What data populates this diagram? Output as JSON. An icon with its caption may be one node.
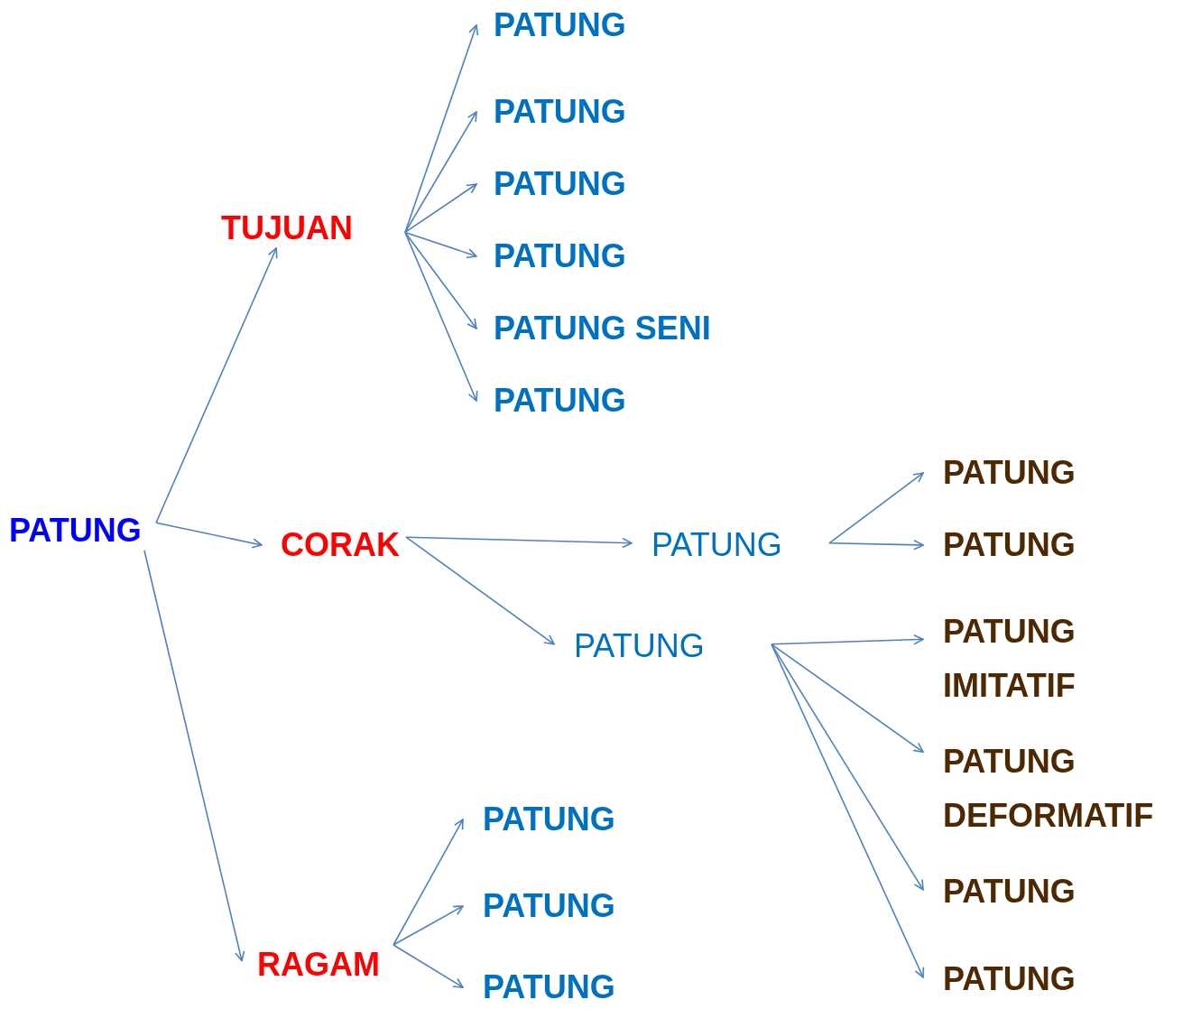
{
  "diagram": {
    "nodes": [
      {
        "text": [
          "PATUNG"
        ]
      },
      {
        "text": [
          "TUJUAN"
        ]
      },
      {
        "text": [
          "CORAK"
        ]
      },
      {
        "text": [
          "RAGAM"
        ]
      },
      {
        "text": [
          "PATUNG"
        ]
      },
      {
        "text": [
          "PATUNG"
        ]
      },
      {
        "text": [
          "PATUNG"
        ]
      },
      {
        "text": [
          "PATUNG"
        ]
      },
      {
        "text": [
          "PATUNG SENI"
        ]
      },
      {
        "text": [
          "PATUNG"
        ]
      },
      {
        "text": [
          "PATUNG"
        ]
      },
      {
        "text": [
          "PATUNG"
        ]
      },
      {
        "text": [
          "PATUNG"
        ]
      },
      {
        "text": [
          "PATUNG"
        ]
      },
      {
        "text": [
          "PATUNG IMITATIF"
        ]
      },
      {
        "text": [
          "PATUNG DEFORMATIF"
        ]
      },
      {
        "text": [
          "PATUNG"
        ]
      },
      {
        "text": [
          "PATUNG"
        ]
      },
      {
        "text": [
          "PATUNG"
        ]
      },
      {
        "text": [
          "PATUNG"
        ]
      },
      {
        "text": [
          "PATUNG"
        ]
      }
    ],
    "edges": [
      {
        "from": 0,
        "to": 1,
        "arrow": "to"
      },
      {
        "from": 0,
        "to": 2,
        "arrow": "to"
      },
      {
        "from": 0,
        "to": 3,
        "arrow": "to"
      },
      {
        "from": 1,
        "to": 4,
        "arrow": "to"
      },
      {
        "from": 1,
        "to": 5,
        "arrow": "to"
      },
      {
        "from": 1,
        "to": 6,
        "arrow": "to"
      },
      {
        "from": 1,
        "to": 7,
        "arrow": "to"
      },
      {
        "from": 1,
        "to": 8,
        "arrow": "to"
      },
      {
        "from": 1,
        "to": 9,
        "arrow": "to"
      },
      {
        "from": 2,
        "to": 10,
        "arrow": "to"
      },
      {
        "from": 2,
        "to": 11,
        "arrow": "to"
      },
      {
        "from": 10,
        "to": 12,
        "arrow": "to"
      },
      {
        "from": 10,
        "to": 13,
        "arrow": "to"
      },
      {
        "from": 11,
        "to": 14,
        "arrow": "to"
      },
      {
        "from": 11,
        "to": 15,
        "arrow": "to"
      },
      {
        "from": 11,
        "to": 16,
        "arrow": "to"
      },
      {
        "from": 11,
        "to": 17,
        "arrow": "to"
      },
      {
        "from": 3,
        "to": 18,
        "arrow": "to"
      },
      {
        "from": 3,
        "to": 19,
        "arrow": "to"
      },
      {
        "from": 3,
        "to": 20,
        "arrow": "to"
      }
    ]
  }
}
